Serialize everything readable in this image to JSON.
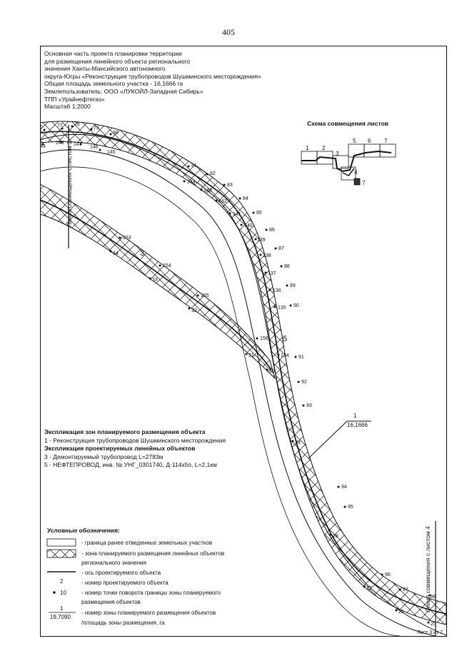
{
  "page_number": "405",
  "header": {
    "lines": [
      "Основная часть проекта планировки территории",
      "для размещения линейного объекта регионального",
      "значения Ханты-Мансийского автономного",
      "округа-Югры «Реконструкция трубопроводов Шушминского месторождения»",
      "Общая площадь земельного  участка - 16,1666 га",
      "Землепользователь: ООО «ЛУКОЙЛ-Западная Сибирь»",
      "ТПП «Урайнефтегаз»",
      "Масштаб 1:2000"
    ]
  },
  "scheme": {
    "title": "Схема совмещения листов",
    "sheets": [
      "1",
      "2",
      "3",
      "4",
      "5",
      "6",
      "7",
      "7"
    ]
  },
  "match_lines": {
    "left": "Линия совмещения с листом 2",
    "right": "Линия совмещения с листом 4"
  },
  "map_labels": {
    "points": [
      "76",
      "77",
      "78",
      "79",
      "80",
      "81",
      "82",
      "83",
      "84",
      "85",
      "86",
      "87",
      "88",
      "89",
      "90",
      "91",
      "92",
      "93",
      "94",
      "95",
      "96",
      "97",
      "98",
      "25",
      "26",
      "27",
      "28",
      "29",
      "30",
      "31",
      "32",
      "33",
      "34",
      "134",
      "135",
      "136",
      "137",
      "138",
      "139",
      "140",
      "141",
      "142",
      "143",
      "144",
      "145",
      "146",
      "147",
      "148",
      "149",
      "153",
      "154",
      "155",
      "156"
    ],
    "objects": [
      "3",
      "5"
    ],
    "zone_number": "1",
    "zone_area": "16,1666"
  },
  "explication": {
    "zones_title": "Экспликация зон планируемого размещения объекта",
    "zone_item": "1 - Реконструкция трубопроводов Шушминского месторождения",
    "objects_title": "Экспликация проектируемых линейных объектов",
    "object_3": "3 - Демонтируемый трубопровод L=2783м",
    "object_5": "5 - НЕФТЕПРОВОД, инв. № УНГ_0301740, Д-114х5п, L=2,1км"
  },
  "legend": {
    "title": "Условные обозначения:",
    "items": [
      "- граница ранее отведенных земельных участков",
      "- зона планируемого размещения линейных объектов",
      "регионального значения",
      "- ось проектируемого объекта",
      "- номер проектируемого объекта",
      "- номер точки поворота границы зоны планируемого",
      "размещения объектов",
      "- номер зоны планируемого размещения объектов",
      "/площадь зоны размещения, га"
    ],
    "sample_object": "2",
    "sample_point": "10",
    "sample_zone_number": "1",
    "sample_zone_area": "19,7090"
  },
  "sheet_label": "Лист 3 из 7"
}
